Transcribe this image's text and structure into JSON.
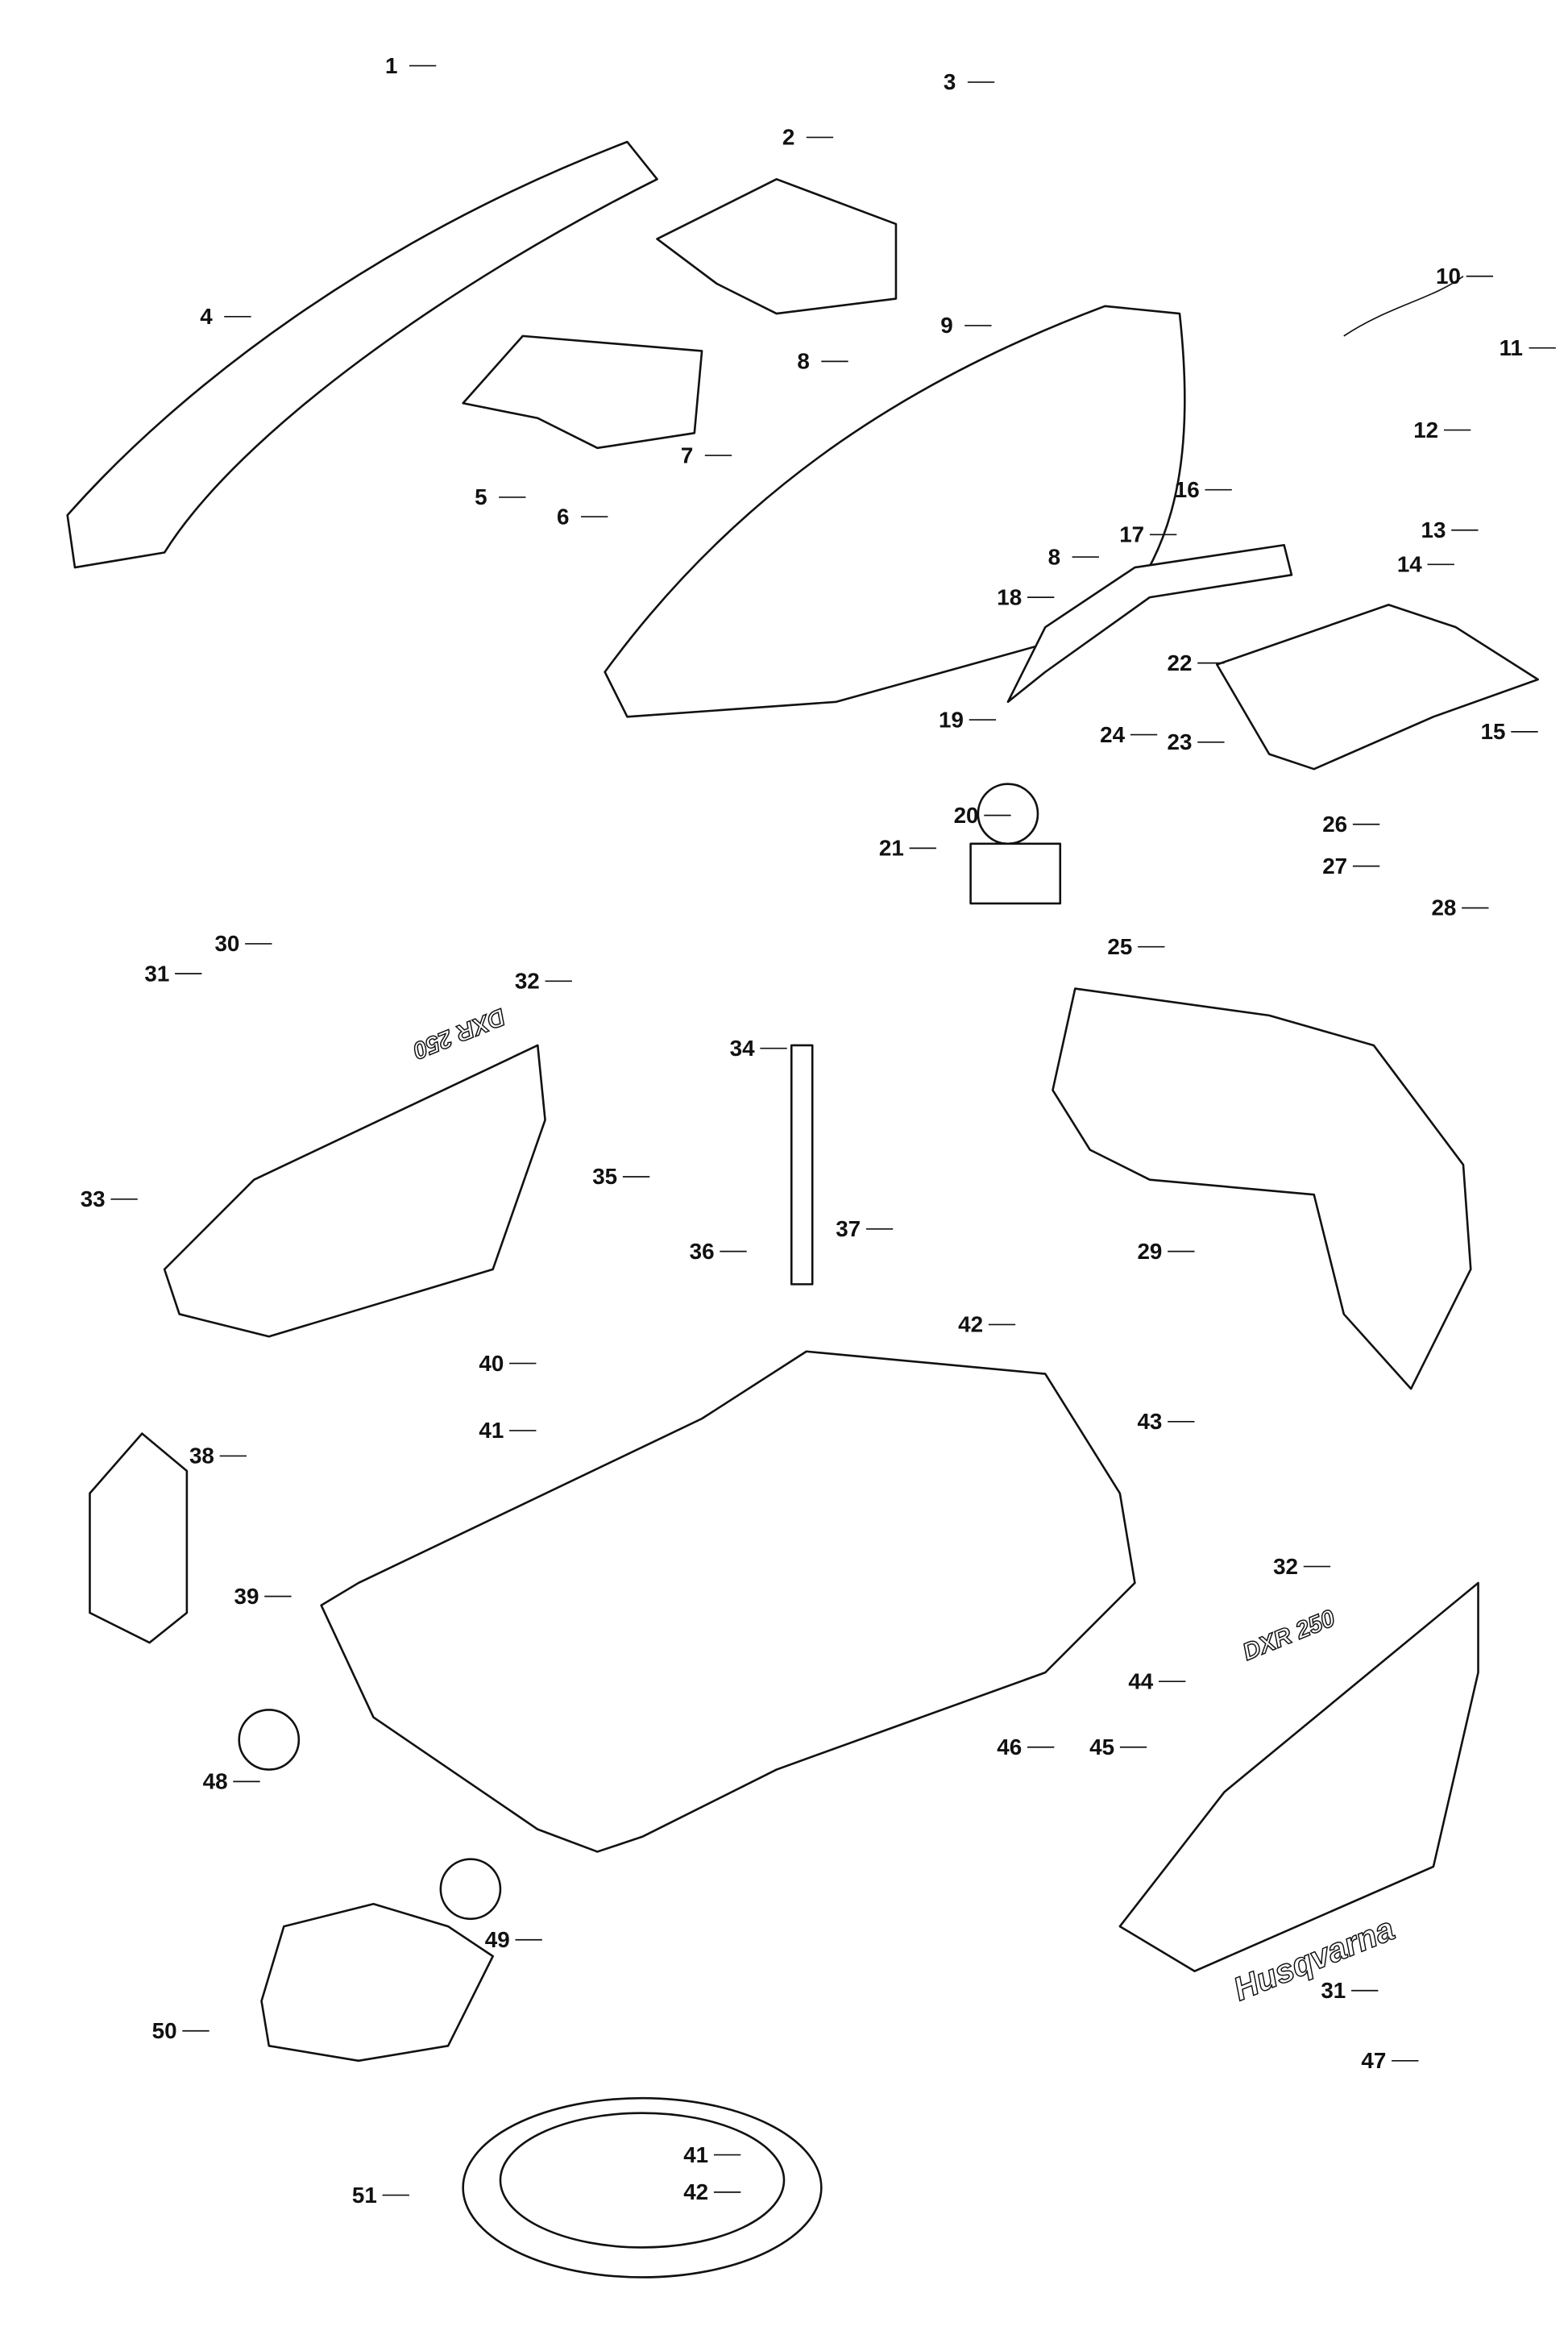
{
  "diagram": {
    "callouts": [
      "1",
      "3",
      "2",
      "4",
      "10",
      "9",
      "8",
      "11",
      "7",
      "12",
      "16",
      "5",
      "6",
      "13",
      "17",
      "8",
      "14",
      "18",
      "22",
      "19",
      "15",
      "24",
      "23",
      "20",
      "21",
      "26",
      "27",
      "28",
      "25",
      "30",
      "32",
      "31",
      "34",
      "35",
      "33",
      "37",
      "29",
      "36",
      "42",
      "40",
      "43",
      "41",
      "38",
      "39",
      "32",
      "44",
      "45",
      "46",
      "48",
      "49",
      "31",
      "50",
      "47",
      "51",
      "41",
      "42"
    ],
    "brand_text": "Husqvarna",
    "model_text": "DXR 250"
  }
}
